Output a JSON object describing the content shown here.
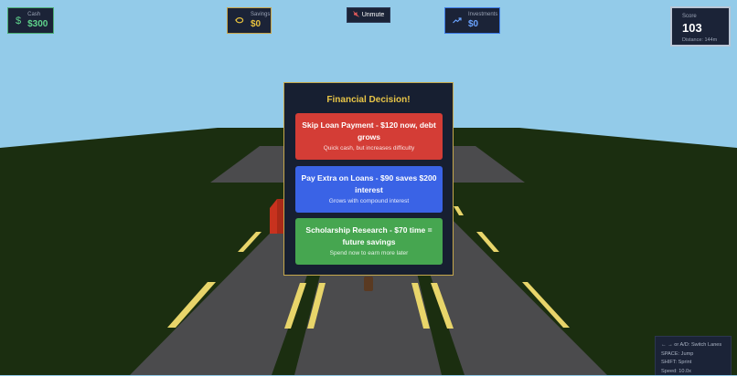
{
  "hud": {
    "cash": {
      "label": "Cash",
      "value": "$300",
      "icon": "dollar-icon",
      "icon_glyph": "$",
      "color": "#5fd38c"
    },
    "savings": {
      "label": "Savings",
      "value": "$0",
      "icon": "piggy-bank-icon",
      "icon_glyph": "🐷",
      "color": "#e8c23f"
    },
    "investments": {
      "label": "Investments",
      "value": "$0",
      "icon": "trending-up-icon",
      "icon_glyph": "↗",
      "color": "#6aa3ff"
    },
    "mute_button": {
      "label": "Unmute",
      "icon": "muted-speaker-icon",
      "icon_glyph": "🔇"
    },
    "score": {
      "label": "Score",
      "value": "103",
      "distance": "Distance: 144m"
    }
  },
  "modal": {
    "title": "Financial Decision!",
    "options": [
      {
        "title": "Skip Loan Payment - $120 now, debt grows",
        "desc": "Quick cash, but increases difficulty",
        "color": "#d43d36"
      },
      {
        "title": "Pay Extra on Loans - $90 saves $200 interest",
        "desc": "Grows with compound interest",
        "color": "#3a63e6"
      },
      {
        "title": "Scholarship Research - $70 time = future savings",
        "desc": "Spend now to earn more later",
        "color": "#46a650"
      }
    ]
  },
  "controls": {
    "lines": [
      "← → or A/D: Switch Lanes",
      "SPACE: Jump",
      "SHIFT: Sprint",
      "Speed: 10.0x"
    ]
  },
  "scene": {
    "sky_color": "#93cbe9",
    "ground_color": "#1b2e10",
    "road_color": "#4a4a4c",
    "lane_mark_color": "#e8d56a",
    "obstacle_color": "#c8321e"
  }
}
